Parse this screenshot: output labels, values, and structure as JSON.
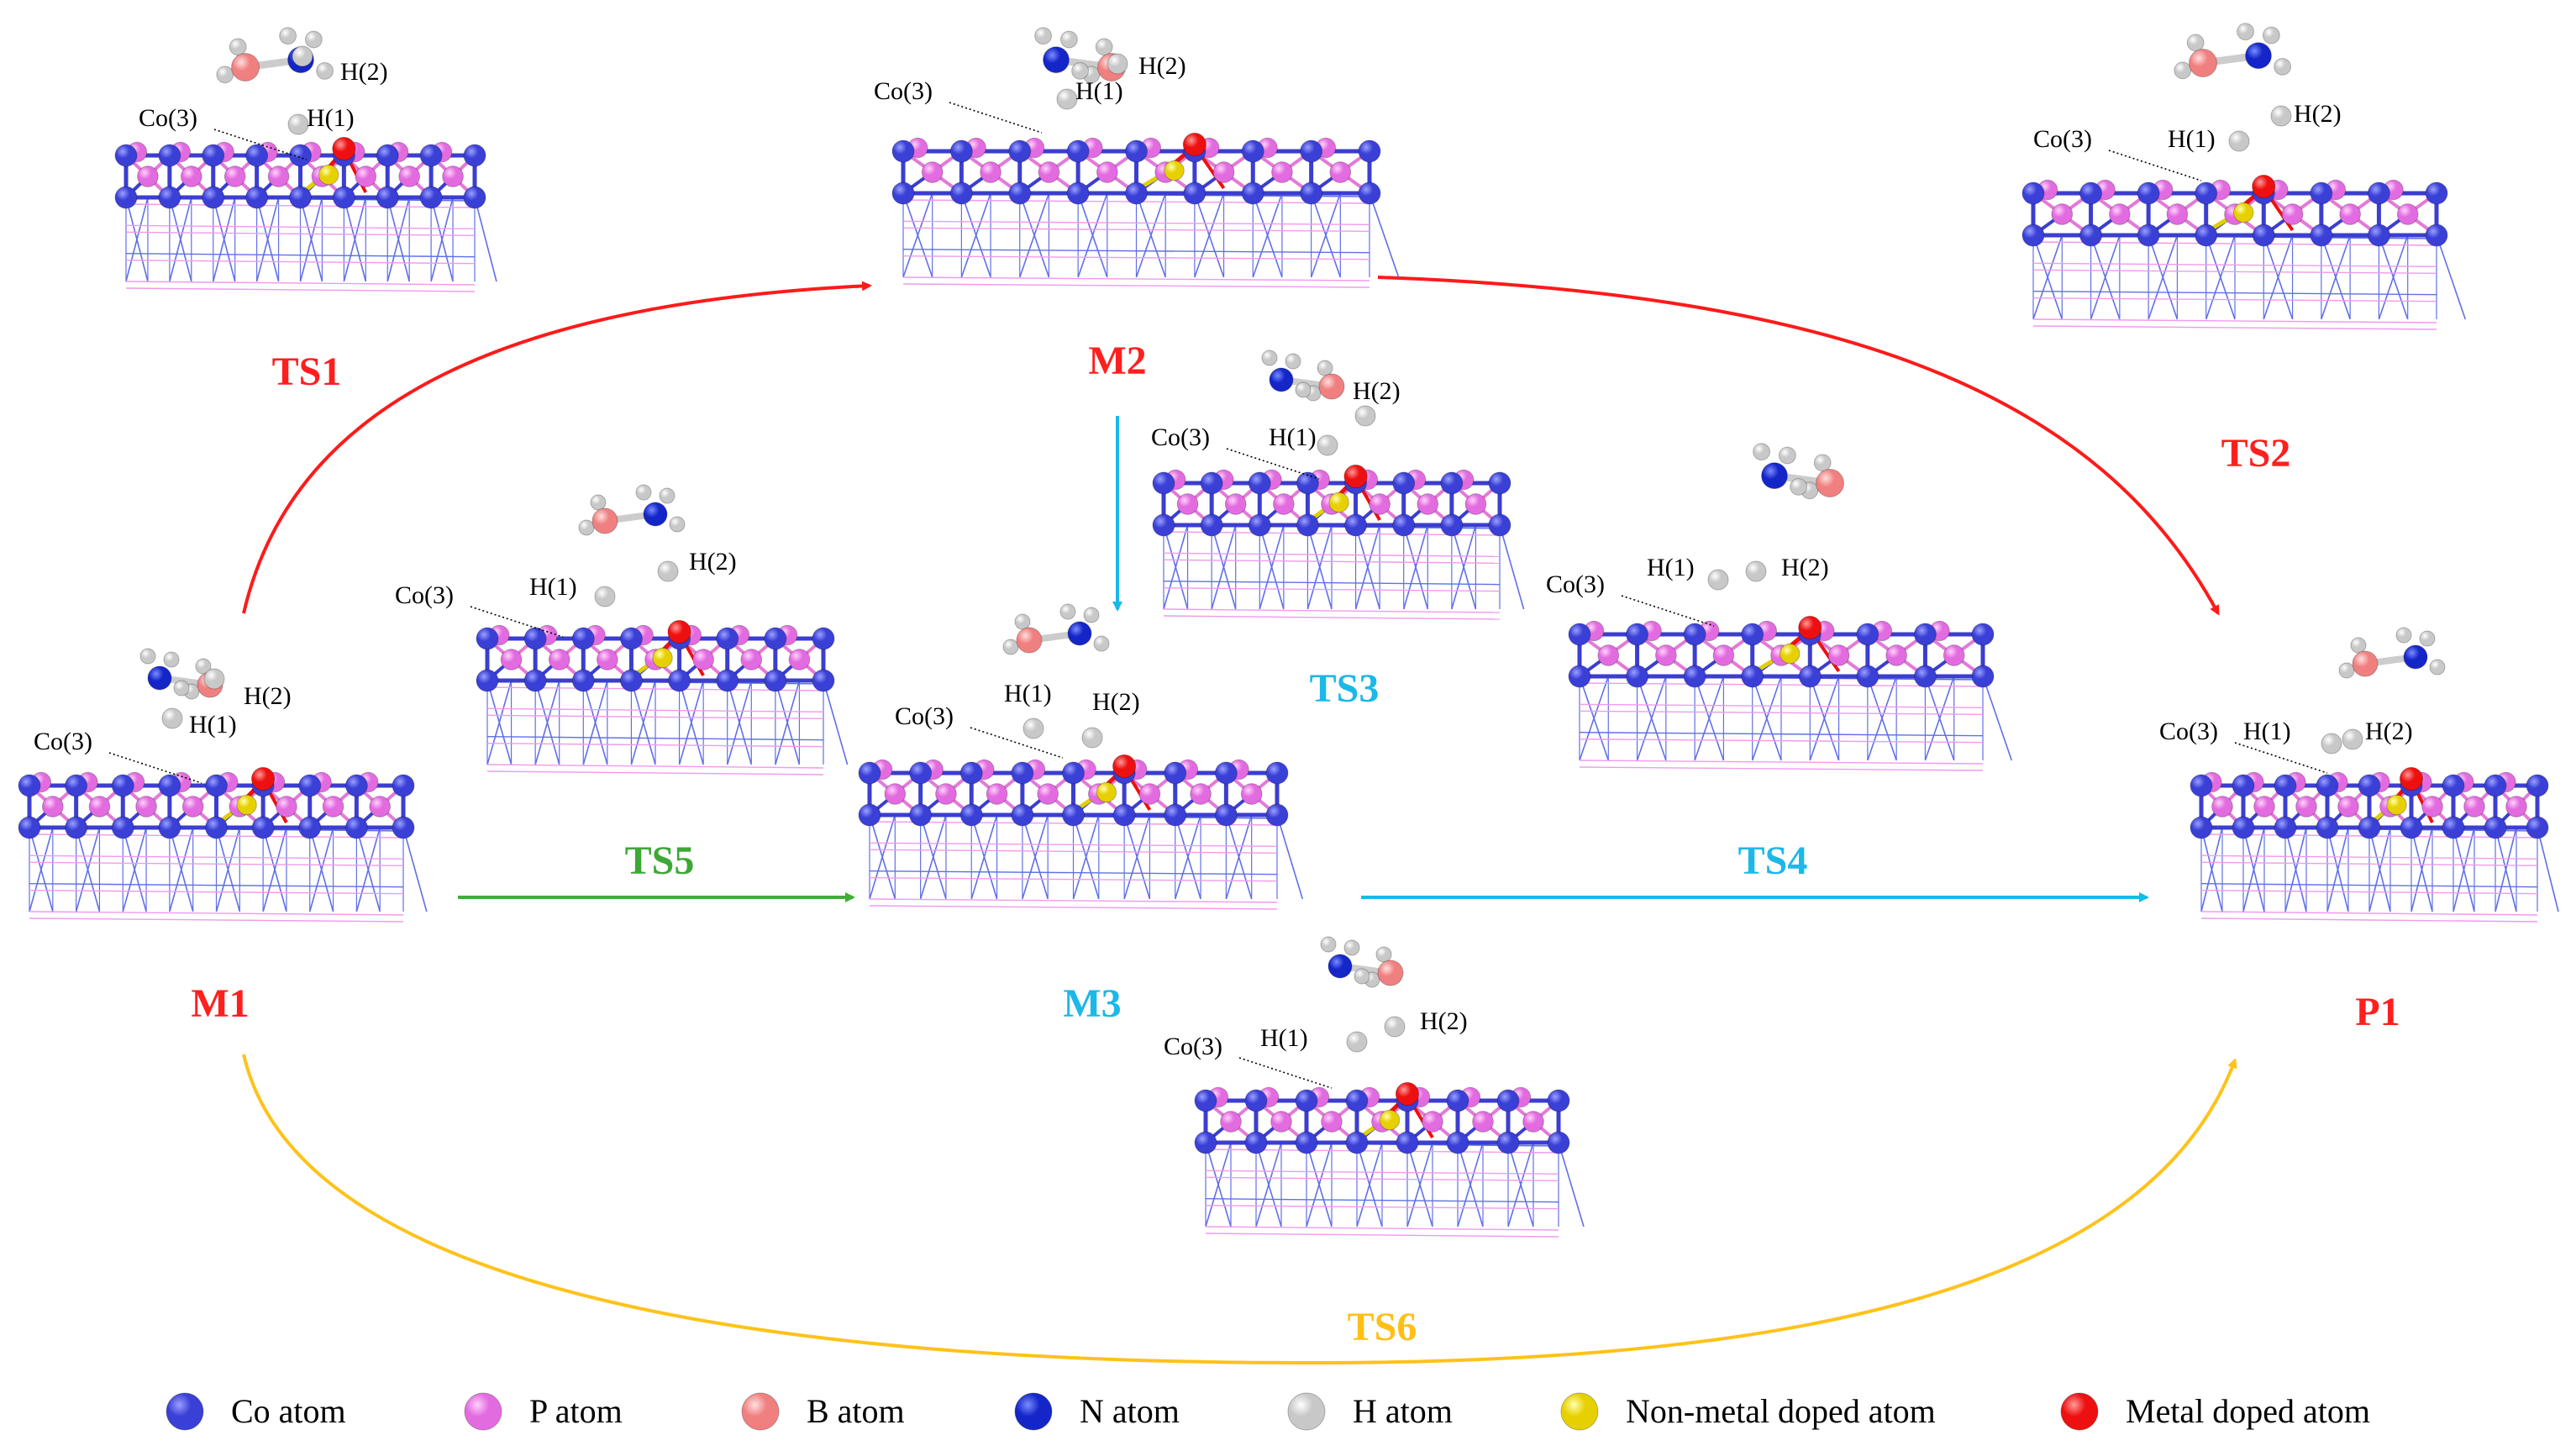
{
  "colors": {
    "co": "#3a3fd6",
    "p": "#e36be0",
    "b": "#f08080",
    "n": "#1426c8",
    "h": "#e8e8e8",
    "nonmetal": "#ffee00",
    "metal": "#ee1010",
    "bond_co": "#3b3ecf",
    "bond_p": "#e37ad8",
    "lattice_blue": "#6070e6",
    "lattice_pink": "#f09aee",
    "red_path": "#ff1a1a",
    "cyan_path": "#1ab8e6",
    "green_path": "#3fae36",
    "orange_path": "#ffc21a",
    "label_red": "#ff1f1f",
    "label_cyan": "#1cb8e8",
    "label_green": "#3da836",
    "label_orange": "#ffbf14"
  },
  "states": [
    {
      "id": "TS1",
      "name": "TS1",
      "color": "label_red",
      "labels": [
        "Co(3)",
        "H(1)",
        "H(2)"
      ]
    },
    {
      "id": "M2",
      "name": "M2",
      "color": "label_red",
      "labels": [
        "Co(3)",
        "H(1)",
        "H(2)"
      ]
    },
    {
      "id": "TS2",
      "name": "TS2",
      "color": "label_red",
      "labels": [
        "Co(3)",
        "H(1)",
        "H(2)"
      ]
    },
    {
      "id": "TS3",
      "name": "TS3",
      "color": "label_cyan",
      "labels": [
        "Co(3)",
        "H(2)",
        "H(1)"
      ]
    },
    {
      "id": "TS5",
      "name": "TS5",
      "color": "label_green",
      "labels": [
        "Co(3)",
        "H(1)",
        "H(2)"
      ]
    },
    {
      "id": "M1",
      "name": "M1",
      "color": "label_red",
      "labels": [
        "Co(3)",
        "H(1)",
        "H(2)"
      ]
    },
    {
      "id": "M3",
      "name": "M3",
      "color": "label_cyan",
      "labels": [
        "Co(3)",
        "H(1)",
        "H(2)"
      ]
    },
    {
      "id": "TS4",
      "name": "TS4",
      "color": "label_cyan",
      "labels": [
        "Co(3)",
        "H(1)",
        "H(2)"
      ]
    },
    {
      "id": "P1",
      "name": "P1",
      "color": "label_red",
      "labels": [
        "Co(3)",
        "H(1)",
        "H(2)"
      ]
    },
    {
      "id": "TS6",
      "name": "TS6",
      "color": "label_orange",
      "labels": [
        "Co(3)",
        "H(1)",
        "H(2)"
      ]
    }
  ],
  "legend": [
    {
      "label": "Co atom",
      "color": "co"
    },
    {
      "label": "P atom",
      "color": "p"
    },
    {
      "label": "B atom",
      "color": "b"
    },
    {
      "label": "N atom",
      "color": "n"
    },
    {
      "label": "H atom",
      "color": "h"
    },
    {
      "label": "Non-metal doped atom",
      "color": "nonmetal"
    },
    {
      "label": "Metal doped atom",
      "color": "metal"
    }
  ]
}
